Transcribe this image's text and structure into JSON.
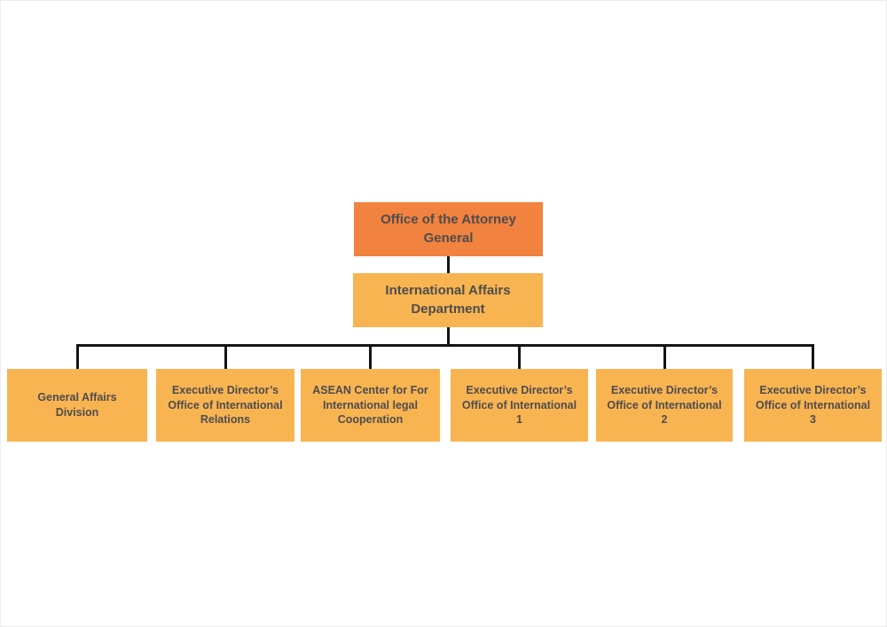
{
  "chart": {
    "type": "org-chart",
    "root": {
      "label": "Office of the Attorney General"
    },
    "department": {
      "label": "International Affairs Department"
    },
    "children": [
      {
        "label": "General Affairs Division"
      },
      {
        "label": "Executive Director’s Office of International Relations"
      },
      {
        "label": "ASEAN Center for For International legal Cooperation"
      },
      {
        "label": "Executive Director’s Office of International 1"
      },
      {
        "label": "Executive Director’s Office of International 2"
      },
      {
        "label": "Executive Director’s Office of International 3"
      }
    ],
    "colors": {
      "root_bg": "#F1823F",
      "child_bg": "#F9B452",
      "text": "#4D4D4D",
      "line": "#141414"
    }
  }
}
